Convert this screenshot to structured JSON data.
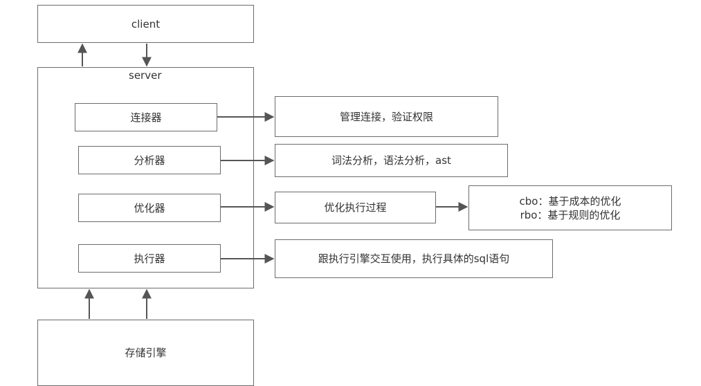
{
  "diagram": {
    "client": "client",
    "server": "server",
    "storage": "存储引擎",
    "components": {
      "connector": "连接器",
      "analyzer": "分析器",
      "optimizer": "优化器",
      "executor": "执行器"
    },
    "descriptions": {
      "connector": "管理连接，验证权限",
      "analyzer": "词法分析，语法分析，ast",
      "optimizer": "优化执行过程",
      "executor": "跟执行引擎交互使用，执行具体的sql语句"
    },
    "optimizer_detail": {
      "cbo": "cbo：基于成本的优化",
      "rbo": "rbo：基于规则的优化"
    }
  }
}
